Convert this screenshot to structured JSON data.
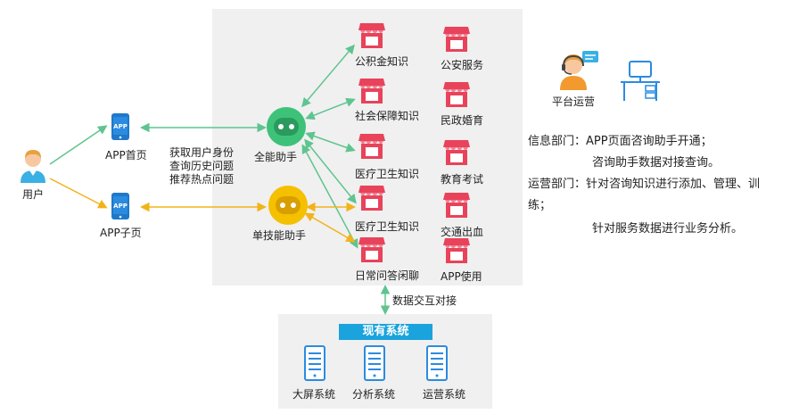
{
  "user": {
    "label": "用户"
  },
  "app_home": {
    "label": "APP首页",
    "icon_text": "APP"
  },
  "app_sub": {
    "label": "APP子页",
    "icon_text": "APP"
  },
  "features": {
    "line1": "获取用户身份",
    "line2": "查询历史问题",
    "line3": "推荐热点问题"
  },
  "assistant_all": {
    "label": "全能助手"
  },
  "assistant_single": {
    "label": "单技能助手"
  },
  "knowledge": [
    {
      "label": "公积金知识"
    },
    {
      "label": "社会保障知识"
    },
    {
      "label": "医疗卫生知识"
    },
    {
      "label": "医疗卫生知识"
    },
    {
      "label": "日常问答闲聊"
    }
  ],
  "services": [
    {
      "label": "公安服务"
    },
    {
      "label": "民政婚育"
    },
    {
      "label": "教育考试"
    },
    {
      "label": "交通出血"
    },
    {
      "label": "APP使用"
    }
  ],
  "data_link": {
    "label": "数据交互对接"
  },
  "existing": {
    "title": "现有系统",
    "systems": [
      {
        "label": "大屏系统"
      },
      {
        "label": "分析系统"
      },
      {
        "label": "运营系统"
      }
    ]
  },
  "platform": {
    "label": "平台运营"
  },
  "info_dept": {
    "line1": "信息部门：APP页面咨询助手开通；",
    "line2": "咨询助手数据对接查询。"
  },
  "ops_dept": {
    "line1": "运营部门：针对咨询知识进行添加、管理、训",
    "line2": "练；",
    "line3": "针对服务数据进行业务分析。"
  },
  "colors": {
    "green": "#5fc48f",
    "orange": "#f2b319",
    "store_red": "#e8435a",
    "banner": "#1aa3dc",
    "robot_green": "#3ec27a",
    "robot_yellow": "#f5c000"
  }
}
